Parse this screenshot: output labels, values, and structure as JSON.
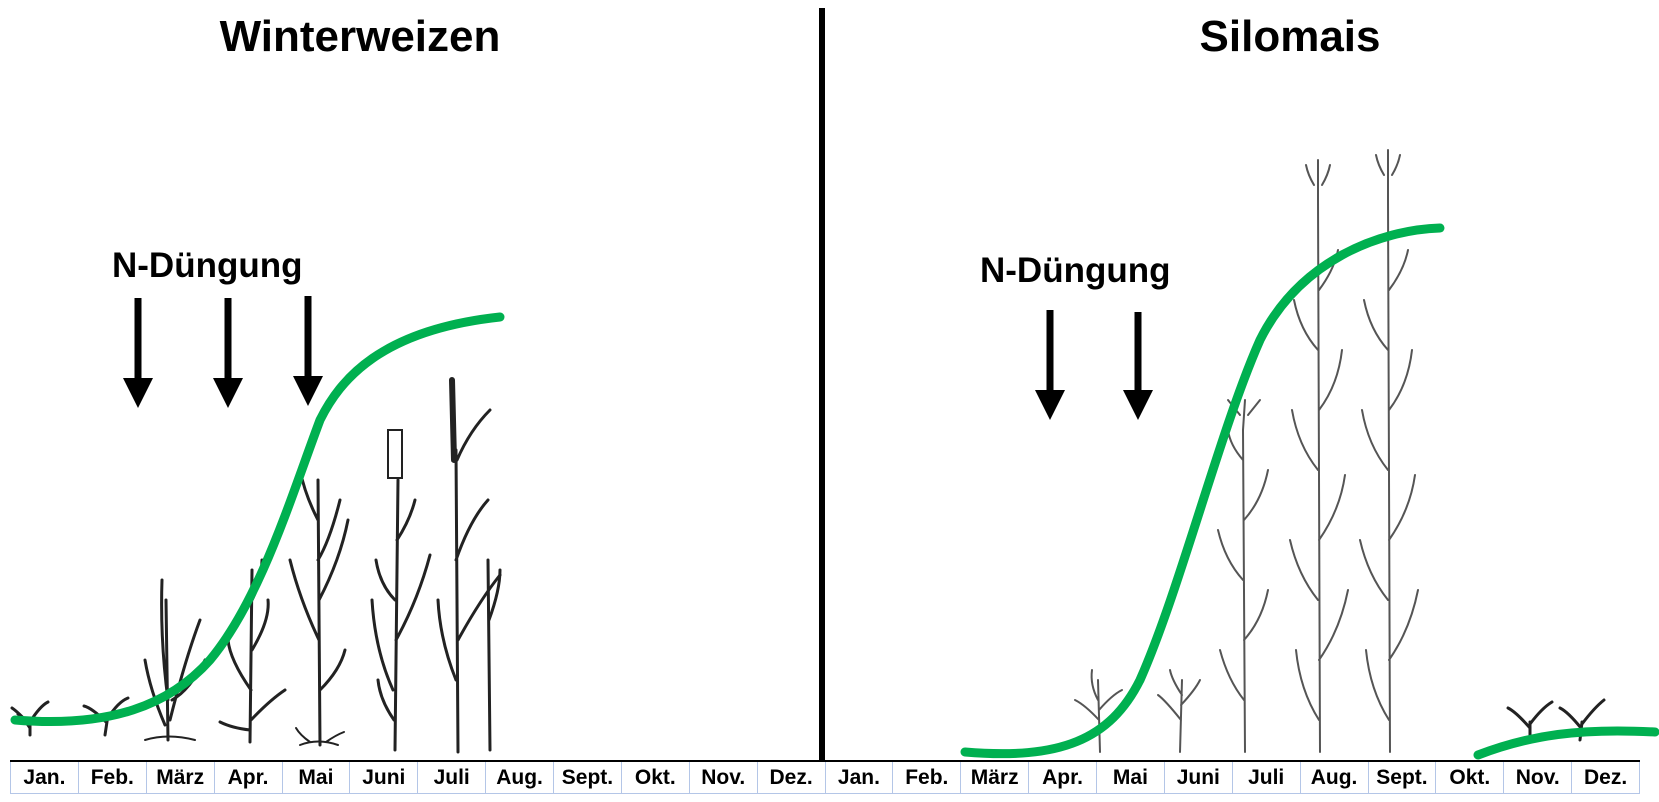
{
  "left_panel": {
    "title": "Winterweizen",
    "fertilization_label": "N-Düngung"
  },
  "right_panel": {
    "title": "Silomais",
    "fertilization_label": "N-Düngung"
  },
  "months": [
    "Jan.",
    "Feb.",
    "März",
    "Apr.",
    "Mai",
    "Juni",
    "Juli",
    "Aug.",
    "Sept.",
    "Okt.",
    "Nov.",
    "Dez.",
    "Jan.",
    "Feb.",
    "März",
    "Apr.",
    "Mai",
    "Juni",
    "Juli",
    "Aug.",
    "Sept.",
    "Okt.",
    "Nov.",
    "Dez."
  ],
  "colors": {
    "growth_curve": "#00b050",
    "arrow": "#000000",
    "divider": "#000000",
    "month_grid": "#b4c6e7",
    "plant_stroke": "#222222",
    "maize_stroke": "#555555"
  },
  "icons": {
    "arrow": "down-arrow-icon",
    "wheat": "wheat-plant-icon",
    "maize": "maize-plant-icon"
  }
}
